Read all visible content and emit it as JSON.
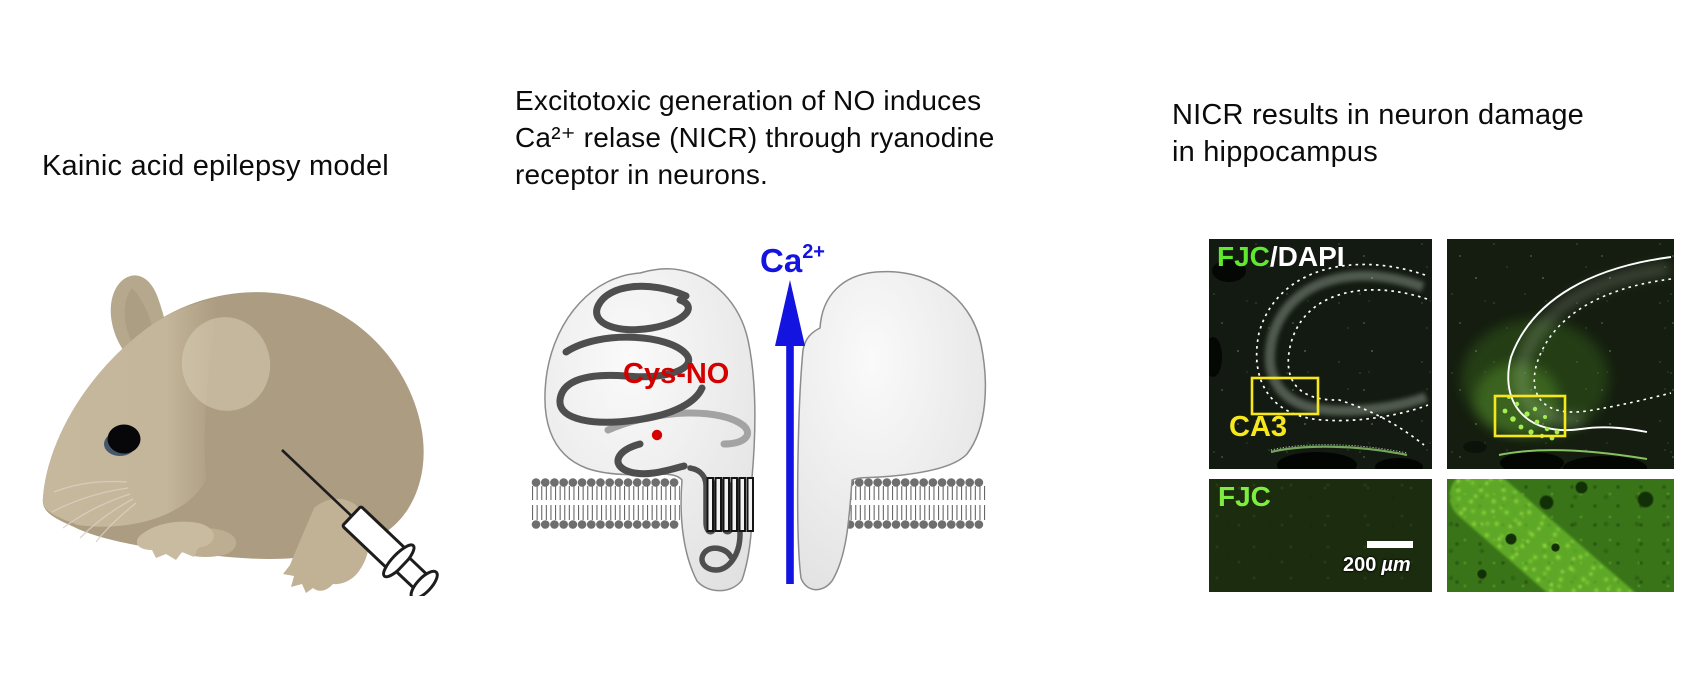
{
  "figure": {
    "panels": {
      "left": {
        "title": "Kainic acid epilepsy model",
        "illustration": "mouse-with-syringe"
      },
      "middle": {
        "title_lines": [
          "Excitotoxic generation of NO induces",
          "Ca²⁺ relase (NICR) through ryanodine",
          "receptor in neurons."
        ],
        "ca_label": {
          "base": "Ca",
          "sup": "2+"
        },
        "cys_no_label": "Cys-NO"
      },
      "right": {
        "title_lines": [
          "NICR results in neuron damage",
          "in hippocampus"
        ],
        "micrographs": {
          "top_left": {
            "label_fjc": "FJC",
            "label_sep_dapi": "/DAPI",
            "region_label": "CA3"
          },
          "bottom_left": {
            "label": "FJC",
            "scale_bar": {
              "value": "200",
              "unit": "µm"
            }
          }
        }
      }
    },
    "colors": {
      "calcium_blue": "#1414e0",
      "cys_no_red": "#d40000",
      "roi_yellow": "#f7e81e",
      "fjc_green": "#5fe92f",
      "dapi_white": "#ffffff",
      "mouse_tan": "#ac9c81",
      "title_black": "#0b0b0b"
    }
  }
}
